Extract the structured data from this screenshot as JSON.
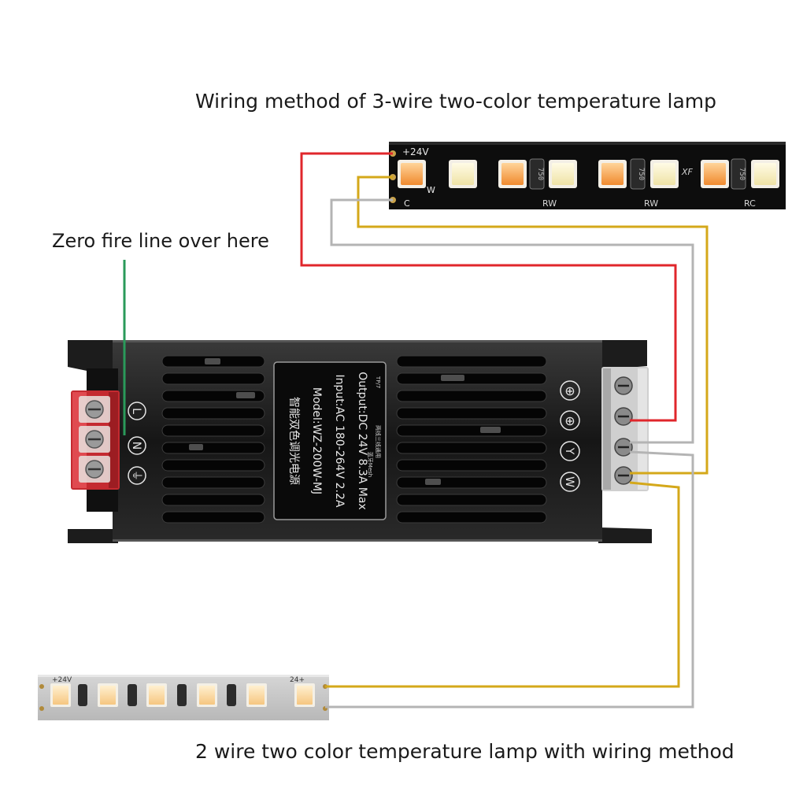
{
  "captions": {
    "three_wire": "Wiring method of 3-wire two-color temperature lamp",
    "zero_fire": "Zero fire line over here",
    "two_wire": "2 wire two color temperature lamp with wiring method"
  },
  "top_strip": {
    "labels": {
      "plus": "+24V",
      "w": "W",
      "c": "C",
      "rw1": "RW",
      "rw2": "RW",
      "rc": "RC",
      "xf": "XF"
    },
    "resistor_codes": [
      "750",
      "750",
      "750"
    ]
  },
  "bottom_strip": {
    "labels": {
      "plus_left": "+24V",
      "plus_right": "24+"
    }
  },
  "driver": {
    "label_lines": [
      "智能双色调光电源",
      "Model:WZ-200W-MJ",
      "Input:AC 180-264V 2.2A",
      "Output:DC 24V 8.3A Max"
    ],
    "small_text": [
      "TP/7",
      "两线三线通用",
      "蓝牙Mesh"
    ],
    "left_symbols": [
      "L",
      "N",
      "⏚"
    ],
    "right_symbols": [
      "⊕",
      "⊕",
      "Y",
      "W"
    ]
  },
  "wire_colors": {
    "red": "#e0262b",
    "yellow": "#d4a81a",
    "gray": "#b4b4b4",
    "green": "#2a9a5a"
  }
}
